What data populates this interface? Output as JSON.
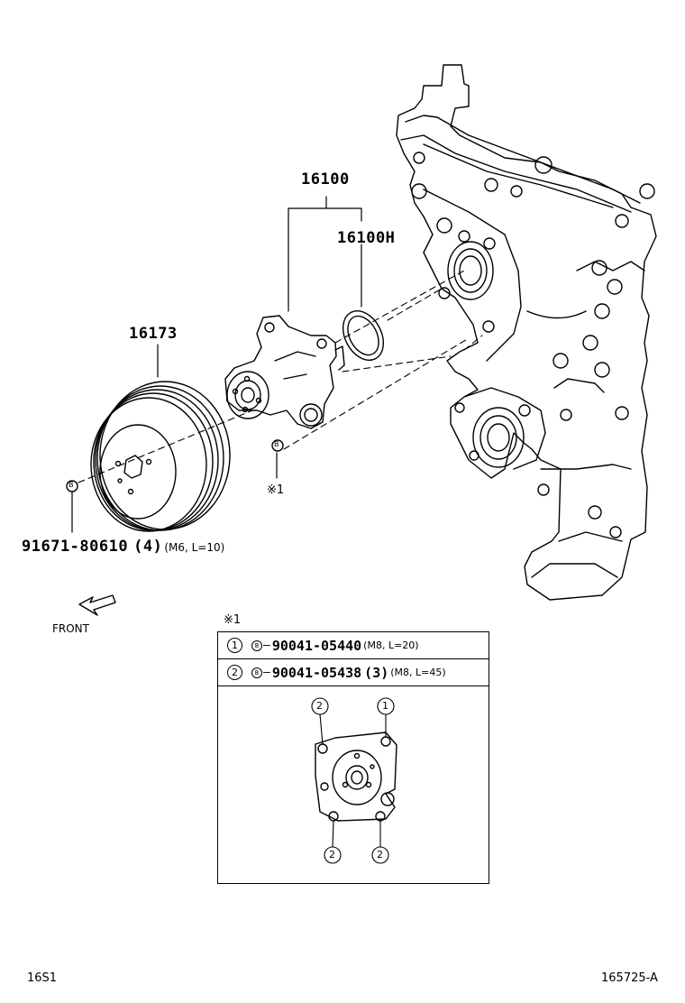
{
  "parts": {
    "pump_assembly": "16100",
    "gasket": "16100H",
    "pulley": "16173",
    "pulley_bolt": "91671-80610",
    "pulley_bolt_qty": "(4)",
    "pulley_bolt_spec": "(M6, L=10)"
  },
  "markers": {
    "bolt_symbol": "B",
    "note_ref": "※1"
  },
  "front_label": "FRONT",
  "note": {
    "title": "※1",
    "rows": [
      {
        "index": "1",
        "symbol": "B",
        "part": "90041-05440",
        "qty": "",
        "spec": "(M8, L=20)"
      },
      {
        "index": "2",
        "symbol": "B",
        "part": "90041-05438",
        "qty": "(3)",
        "spec": "(M8, L=45)"
      }
    ],
    "callouts": [
      "2",
      "1",
      "2",
      "2"
    ]
  },
  "footer": {
    "left": "16S1",
    "right": "165725-A"
  }
}
